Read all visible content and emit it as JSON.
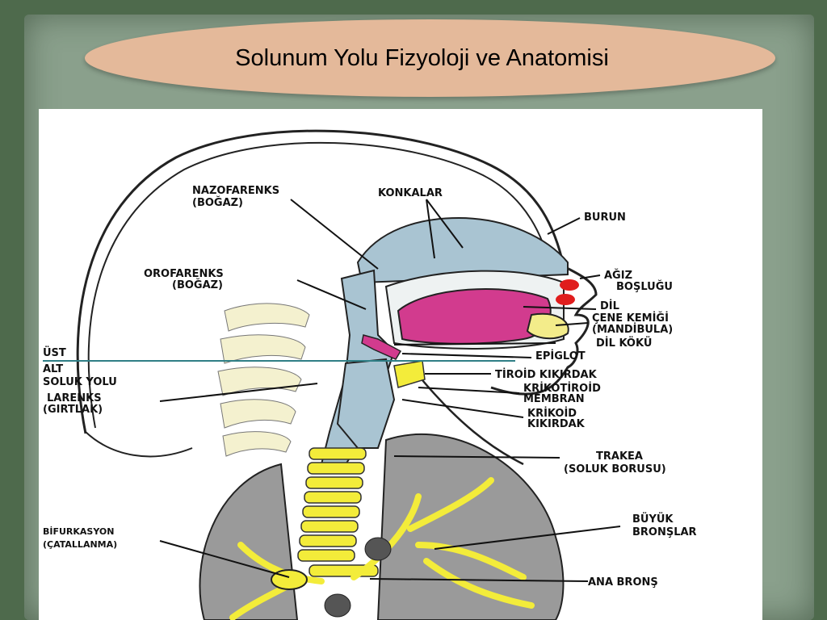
{
  "slide": {
    "title": "Solunum Yolu Fizyoloji ve Anatomisi"
  },
  "labels": {
    "nazofarenks": [
      "NAZOFARENKS",
      "(BOĞAZ)"
    ],
    "konkalar": "KONKALAR",
    "burun": "BURUN",
    "orofarenks": [
      "OROFARENKS",
      "(BOĞAZ)"
    ],
    "agiz_boslugu": [
      "AĞIZ",
      "BOŞLUĞU"
    ],
    "dil": "DİL",
    "cene_kemigi": [
      "ÇENE KEMİĞİ",
      "(MANDİBULA)"
    ],
    "dil_koku": "DİL KÖKÜ",
    "epiglot": "EPİGLOT",
    "ust": "ÜST",
    "alt": "ALT",
    "soluk_yolu": "SOLUK YOLU",
    "larenks": [
      "LARENKS",
      "(GIRTLAK)"
    ],
    "tiroid_kikirdak": "TİROİD KIKIRDAK",
    "krikotiroid_membran": [
      "KRİKOTİROİD",
      "MEMBRAN"
    ],
    "krikoid_kikirdak": [
      "KRİKOİD",
      "KIKIRDAK"
    ],
    "trakea": [
      "TRAKEA",
      "(SOLUK BORUSU)"
    ],
    "bifurkasyon": [
      "BİFURKASYON",
      "(ÇATALLANMA)"
    ],
    "buyuk_bronslar": [
      "BÜYÜK",
      "BRONŞLAR"
    ],
    "ana_brons": "ANA BRONŞ"
  },
  "colors": {
    "background": "#4e6a4c",
    "frame": "#8aa08c",
    "title_oval": "#e4b99a",
    "airway": "#a9c4d2",
    "tongue": "#d23b8e",
    "cartilage": "#f3ec3a",
    "lung": "#9a9a9a",
    "divider_line": "#2f7f86"
  }
}
